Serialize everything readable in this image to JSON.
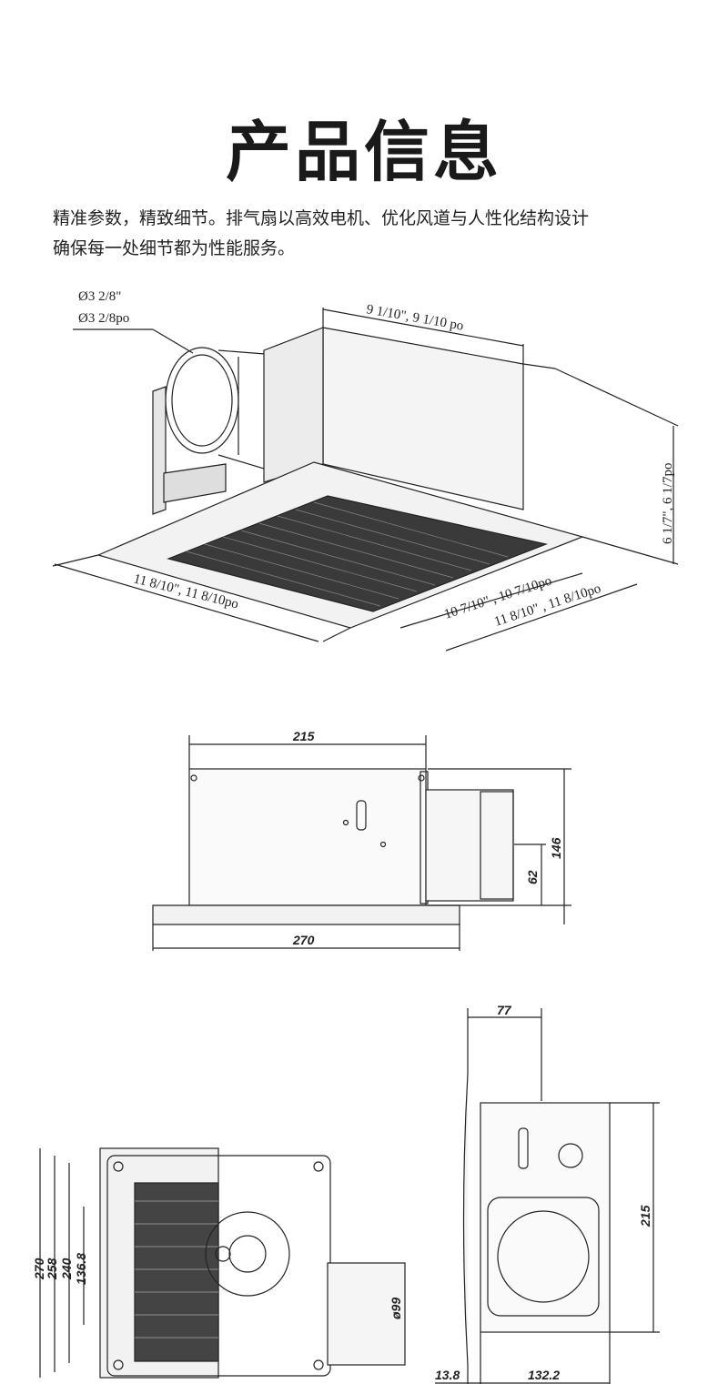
{
  "title": "产品信息",
  "intro": {
    "line1": "精准参数，精致细节。排气扇以高效电机、优化风道与人性化结构设计",
    "line2": "确保每一处细节都为性能服务。"
  },
  "iso_view": {
    "diameter_in": "Ø3 2/8\"",
    "diameter_po": "Ø3 2/8po",
    "depth": "9  1/10\",  9  1/10 po",
    "height": "6 1/7\",  6 1/7po",
    "front_width": "11 8/10\", 11 8/10po",
    "grille_width": "10 7/10\" , 10 7/10po",
    "side_width": "11 8/10\" , 11 8/10po"
  },
  "side_view": {
    "top_width": "215",
    "bottom_width": "270",
    "height": "146",
    "duct_height": "62"
  },
  "front_view": {
    "dims": [
      "270",
      "258",
      "240",
      "136.8"
    ],
    "duct_diameter": "ø99"
  },
  "end_view": {
    "top_depth": "77",
    "height": "215",
    "bottom_left": "13.8",
    "bottom_right": "132.2"
  }
}
